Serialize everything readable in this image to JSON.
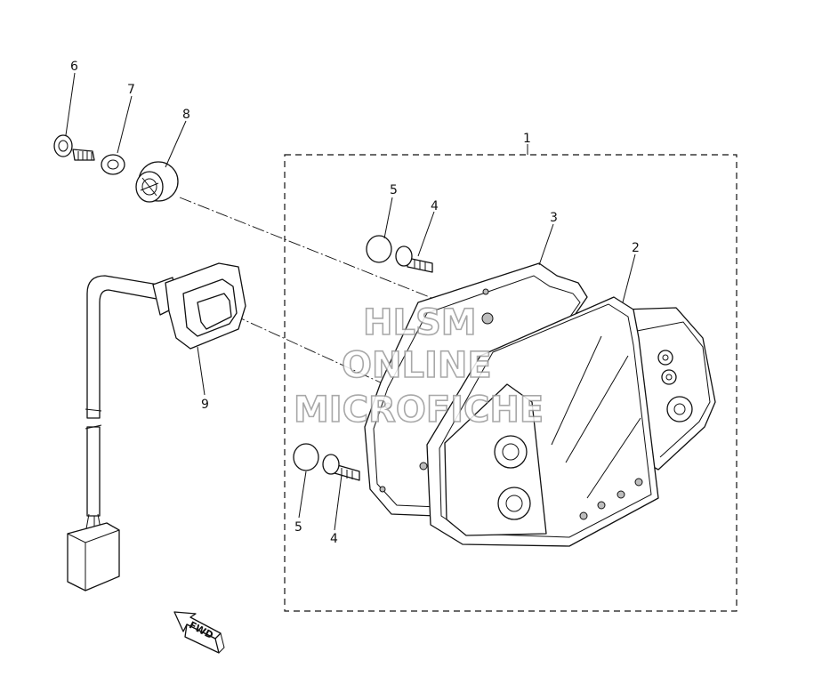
{
  "callouts": [
    {
      "id": "c1",
      "label": "1"
    },
    {
      "id": "c2",
      "label": "2"
    },
    {
      "id": "c3",
      "label": "3"
    },
    {
      "id": "c4a",
      "label": "4"
    },
    {
      "id": "c4b",
      "label": "4"
    },
    {
      "id": "c5a",
      "label": "5"
    },
    {
      "id": "c5b",
      "label": "5"
    },
    {
      "id": "c6",
      "label": "6"
    },
    {
      "id": "c7",
      "label": "7"
    },
    {
      "id": "c8",
      "label": "8"
    },
    {
      "id": "c9",
      "label": "9"
    }
  ],
  "direction_arrow": {
    "label": "FWD"
  },
  "watermark": {
    "line1": "HLSM",
    "line2": "ONLINE",
    "line3": "MICROFICHE"
  }
}
